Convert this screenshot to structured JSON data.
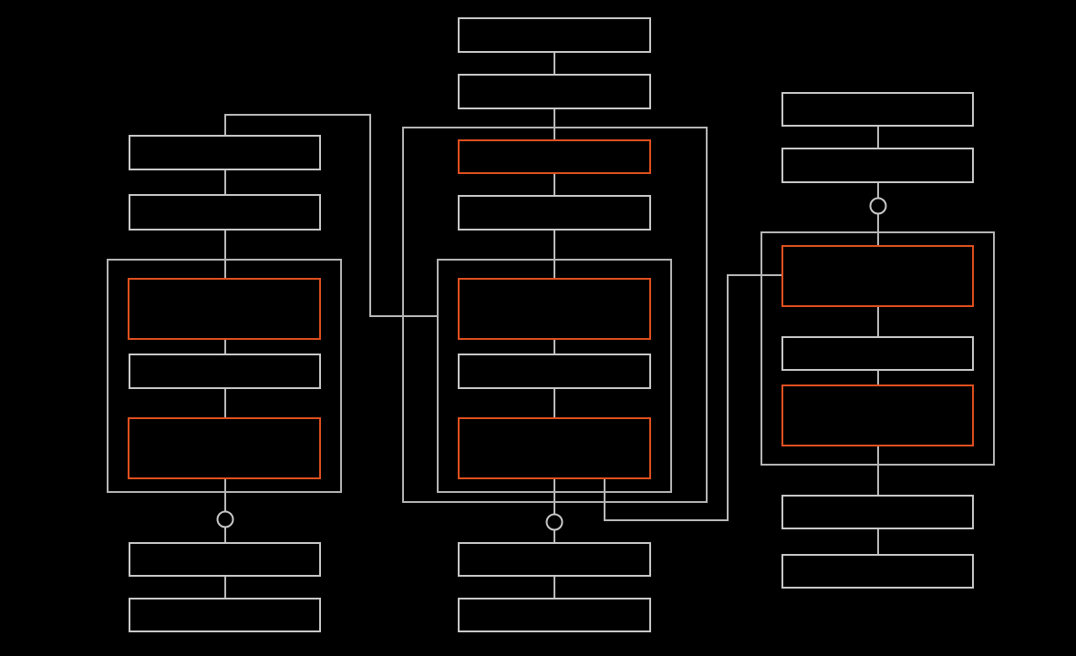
{
  "diagram": {
    "colors": {
      "background": "#000000",
      "box_stroke": "#c8c8c8",
      "highlight_stroke": "#e0501e",
      "connector_stroke": "#b9b9b9",
      "group_stroke": "#b5b5b5"
    },
    "columns": [
      {
        "id": "left",
        "boxes": [
          {
            "id": "left-1",
            "highlight": false
          },
          {
            "id": "left-2",
            "highlight": false
          },
          {
            "id": "left-3",
            "highlight": true
          },
          {
            "id": "left-4",
            "highlight": false
          },
          {
            "id": "left-5",
            "highlight": true
          },
          {
            "id": "left-6",
            "highlight": false
          },
          {
            "id": "left-7",
            "highlight": false
          }
        ],
        "junction_nodes": 1
      },
      {
        "id": "center",
        "boxes": [
          {
            "id": "center-1",
            "highlight": false
          },
          {
            "id": "center-2",
            "highlight": false
          },
          {
            "id": "center-3",
            "highlight": true
          },
          {
            "id": "center-4",
            "highlight": false
          },
          {
            "id": "center-5",
            "highlight": true
          },
          {
            "id": "center-6",
            "highlight": false
          },
          {
            "id": "center-7",
            "highlight": true
          },
          {
            "id": "center-8",
            "highlight": false
          },
          {
            "id": "center-9",
            "highlight": false
          }
        ],
        "junction_nodes": 1
      },
      {
        "id": "right",
        "boxes": [
          {
            "id": "right-1",
            "highlight": false
          },
          {
            "id": "right-2",
            "highlight": false
          },
          {
            "id": "right-3",
            "highlight": true
          },
          {
            "id": "right-4",
            "highlight": false
          },
          {
            "id": "right-5",
            "highlight": true
          },
          {
            "id": "right-6",
            "highlight": false
          },
          {
            "id": "right-7",
            "highlight": false
          }
        ],
        "junction_nodes": 1
      }
    ],
    "groups": [
      "left-group",
      "center-outer-group",
      "center-inner-group",
      "right-group"
    ]
  }
}
